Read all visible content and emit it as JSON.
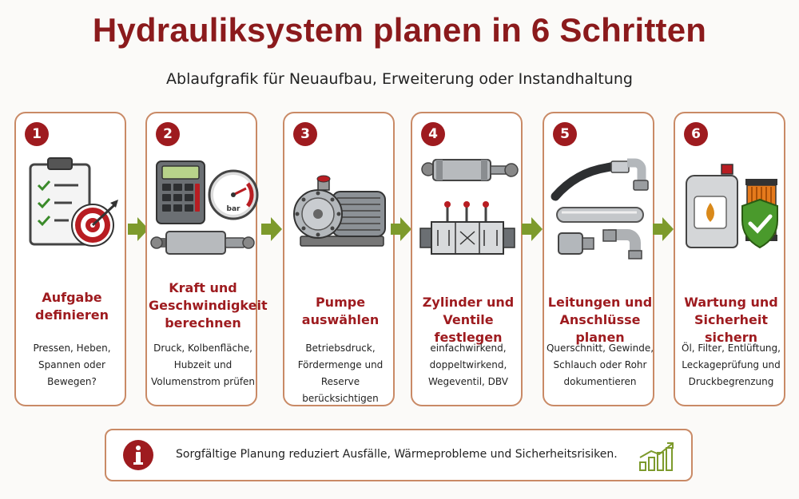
{
  "header": {
    "title": "Hydrauliksystem planen in 6 Schritten",
    "subtitle": "Ablaufgrafik für Neuaufbau, Erweiterung oder Instandhaltung"
  },
  "steps": [
    {
      "number": "1",
      "title": "Aufgabe\ndefinieren",
      "description": "Pressen, Heben,\nSpannen oder\nBewegen?",
      "icon": "clipboard-target-icon"
    },
    {
      "number": "2",
      "title": "Kraft und\nGeschwindigkeit\nberechnen",
      "description": "Druck, Kolbenfläche,\nHubzeit und\nVolumenstrom prüfen",
      "icon": "calculator-gauge-icon",
      "gauge_unit": "bar"
    },
    {
      "number": "3",
      "title": "Pumpe\nauswählen",
      "description": "Betriebsdruck,\nFördermenge und\nReserve berücksichtigen",
      "icon": "pump-motor-icon"
    },
    {
      "number": "4",
      "title": "Zylinder und\nVentile festlegen",
      "description": "einfachwirkend,\ndoppeltwirkend,\nWegeventil, DBV",
      "icon": "cylinder-valve-icon"
    },
    {
      "number": "5",
      "title": "Leitungen und\nAnschlüsse planen",
      "description": "Querschnitt, Gewinde,\nSchlauch oder Rohr\ndokumentieren",
      "icon": "hose-fittings-icon"
    },
    {
      "number": "6",
      "title": "Wartung und\nSicherheit sichern",
      "description": "Öl, Filter, Entlüftung,\nLeckageprüfung und\nDruckbegrenzung",
      "icon": "oil-filter-shield-icon"
    }
  ],
  "footer": {
    "note": "Sorgfältige Planung reduziert Ausfälle, Wärmeprobleme und Sicherheitsrisiken.",
    "info_icon": "info-icon",
    "growth_icon": "growth-chart-icon"
  },
  "colors": {
    "accent": "#9e1b1f",
    "border": "#c98a66",
    "arrow": "#7d9a2c"
  }
}
